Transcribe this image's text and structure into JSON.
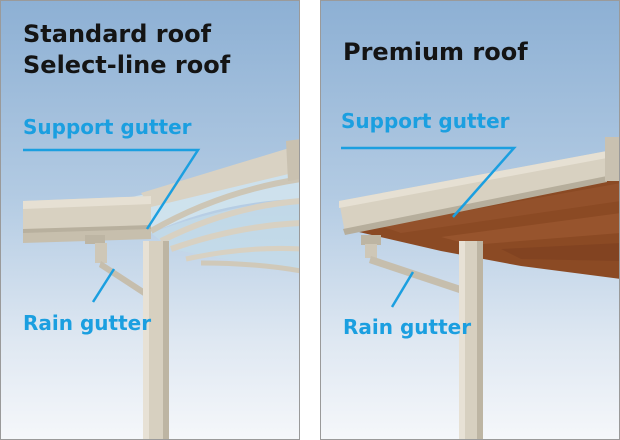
{
  "panels": [
    {
      "title_line1": "Standard roof",
      "title_line2": "Select-line roof",
      "support_label": "Support gutter",
      "rain_label": "Rain gutter"
    },
    {
      "title_line1": "Premium roof",
      "support_label": "Support gutter",
      "rain_label": "Rain gutter"
    }
  ],
  "colors": {
    "label": "#1b9fe0",
    "frame": "#d6cfc0",
    "wood": "#8b4a24",
    "polycarbonate": "#cfe3ee"
  }
}
